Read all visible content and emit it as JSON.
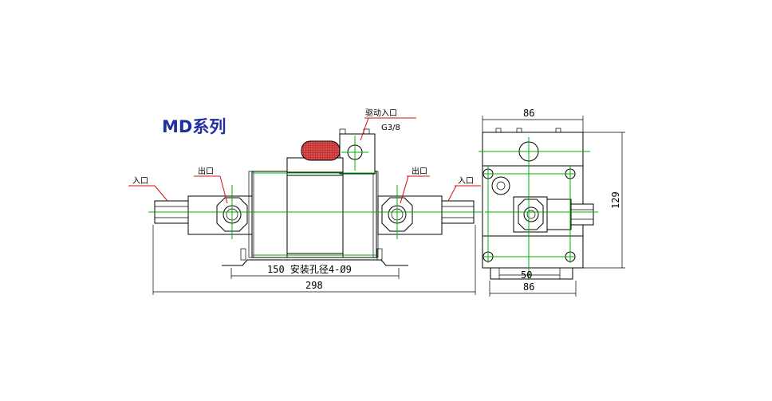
{
  "title": "MD系列",
  "labels": {
    "drive_inlet": "驱动入口",
    "thread_spec": "G3/8",
    "inlet_left": "入口",
    "outlet_left": "出口",
    "outlet_right": "出口",
    "inlet_right": "入口"
  },
  "dimensions": {
    "mount": "150  安装孔径4-Ø9",
    "overall_length": "298",
    "side_width_top": "86",
    "side_height": "129",
    "side_base_inner": "50",
    "side_base_width": "86"
  },
  "colors": {
    "title": "#1f2fa0",
    "leader": "#d01010",
    "centerline": "#00b000",
    "muffler": "#c83030"
  }
}
